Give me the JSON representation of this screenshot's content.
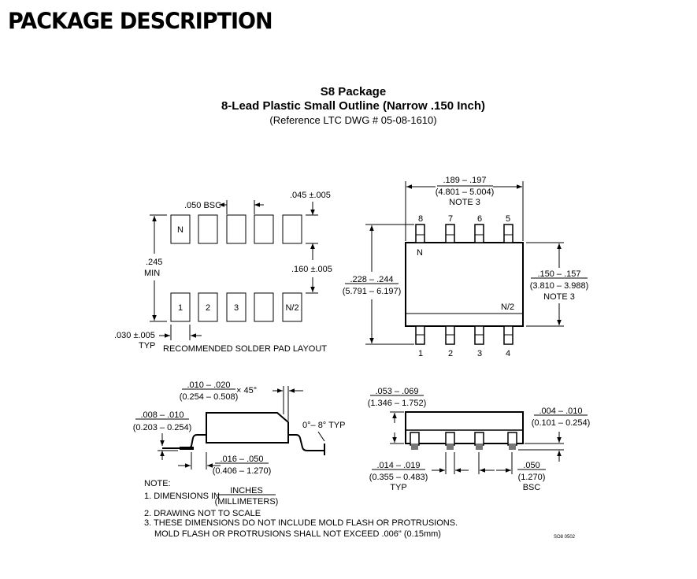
{
  "heading": "PACKAGE DESCRIPTION",
  "title": {
    "line1": "S8 Package",
    "line2": "8-Lead Plastic Small Outline (Narrow .150 Inch)",
    "line3": "(Reference LTC DWG # 05-08-1610)"
  },
  "solder_pad": {
    "pitch": ".050 BSC",
    "pad_width": ".045 ±.005",
    "row_span_1": ".245",
    "row_span_2": "MIN",
    "pad_length": ".160 ±.005",
    "pad_gap_1": ".030 ±.005",
    "pad_gap_2": "TYP",
    "caption": "RECOMMENDED SOLDER PAD LAYOUT",
    "top_pad_label": "N",
    "bottom_pad_labels": [
      "1",
      "2",
      "3",
      "",
      "N/2"
    ]
  },
  "top_view": {
    "length_1": ".189 – .197",
    "length_2": "(4.801 – 5.004)",
    "length_3": "NOTE 3",
    "width_1": ".228 – .244",
    "width_2": "(5.791 – 6.197)",
    "body_width_1": ".150 – .157",
    "body_width_2": "(3.810 – 3.988)",
    "body_width_3": "NOTE 3",
    "top_pins": [
      "8",
      "7",
      "6",
      "5"
    ],
    "bottom_pins": [
      "1",
      "2",
      "3",
      "4"
    ],
    "body_label_top": "N",
    "body_label_bottom": "N/2"
  },
  "side_view": {
    "chamfer_1": ".010 – .020",
    "chamfer_2": "(0.254 – 0.508)",
    "chamfer_angle": "× 45°",
    "lead_thk_1": ".008 – .010",
    "lead_thk_2": "(0.203 – 0.254)",
    "angle": "0°– 8° TYP",
    "foot_1": ".016 – .050",
    "foot_2": "(0.406 – 1.270)"
  },
  "front_view": {
    "height_1": ".053 – .069",
    "height_2": "(1.346 – 1.752)",
    "standoff_1": ".004 – .010",
    "standoff_2": "(0.101 – 0.254)",
    "lead_w_1": ".014 – .019",
    "lead_w_2": "(0.355 – 0.483)",
    "lead_w_3": "TYP",
    "pitch_1": ".050",
    "pitch_2": "(1.270)",
    "pitch_3": "BSC"
  },
  "notes": {
    "header": "NOTE:",
    "n1_prefix": "1. DIMENSIONS IN",
    "n1_num": "INCHES",
    "n1_den": "(MILLIMETERS)",
    "n2": "2. DRAWING NOT TO SCALE",
    "n3a": "3. THESE DIMENSIONS DO NOT INCLUDE MOLD FLASH OR PROTRUSIONS.",
    "n3b": "MOLD FLASH OR PROTRUSIONS SHALL NOT EXCEED .006\" (0.15mm)",
    "code": "SO8 0502"
  }
}
